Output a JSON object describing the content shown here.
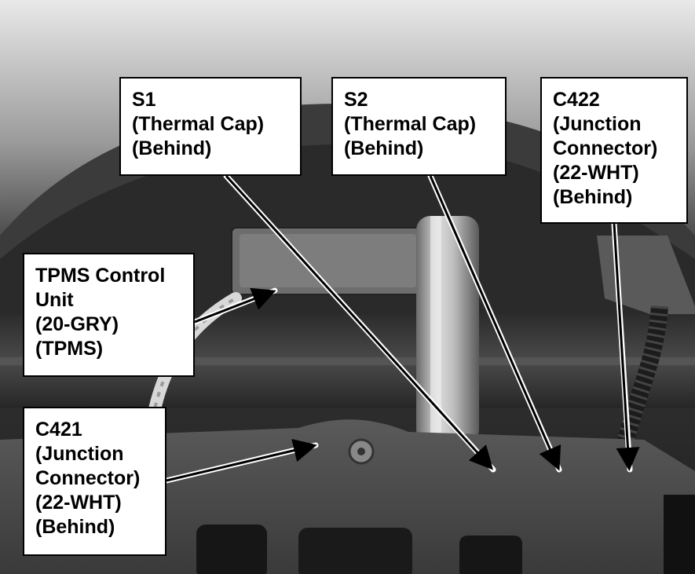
{
  "callouts": {
    "s1": [
      "S1",
      "(Thermal Cap)",
      "(Behind)"
    ],
    "s2": [
      "S2",
      "(Thermal Cap)",
      "(Behind)"
    ],
    "c422": [
      "C422",
      "(Junction",
      "Connector)",
      "(22-WHT)",
      "(Behind)"
    ],
    "tpms": [
      "TPMS Control",
      "Unit",
      "(20-GRY)",
      "(TPMS)"
    ],
    "c421": [
      "C421",
      "(Junction",
      "Connector)",
      "(22-WHT)",
      "(Behind)"
    ]
  }
}
